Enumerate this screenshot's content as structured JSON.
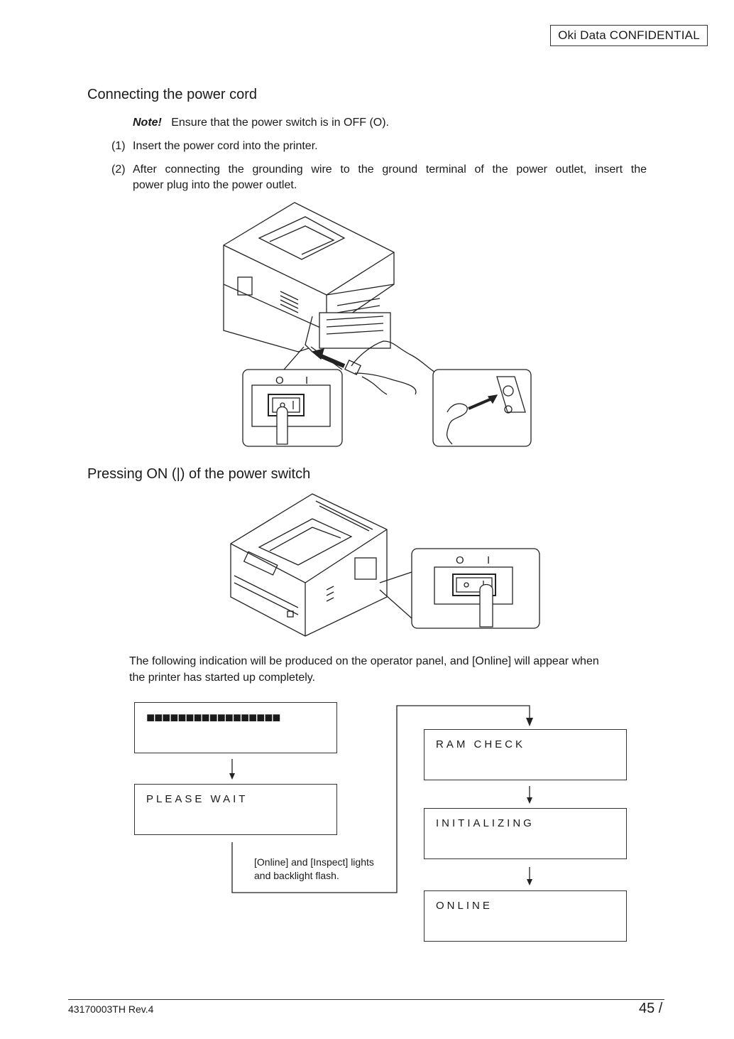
{
  "header": {
    "confidential": "Oki  Data  CONFIDENTIAL"
  },
  "section1": {
    "title": "Connecting the power cord",
    "note_label": "Note!",
    "note_text": "Ensure that the power switch is in OFF (O).",
    "steps": [
      {
        "num": "(1)",
        "text": "Insert the power cord into the printer."
      },
      {
        "num": "(2)",
        "text_line1": "After connecting the grounding wire to the ground terminal of the power outlet, insert the",
        "text_line2": "power plug into the power outlet."
      }
    ],
    "switch_labels": {
      "off": "O",
      "on": "I"
    }
  },
  "section2": {
    "title": "Pressing ON (|) of the power switch",
    "switch_labels": {
      "off": "O",
      "on": "I"
    },
    "desc_line1": "The following indication will be produced on the operator panel, and [Online] will appear when",
    "desc_line2": "the printer has started up completely."
  },
  "flow": {
    "panel_bar": "■■■■■■■■■■■■■■■■■",
    "panel_wait": "PLEASE WAIT",
    "note_line1": "[Online] and [Inspect] lights",
    "note_line2": "and backlight flash.",
    "panel_ram": "RAM CHECK",
    "panel_init": "INITIALIZING",
    "panel_online": "ONLINE"
  },
  "footer": {
    "doc_id": "43170003TH  Rev.4",
    "page": "45 /"
  }
}
